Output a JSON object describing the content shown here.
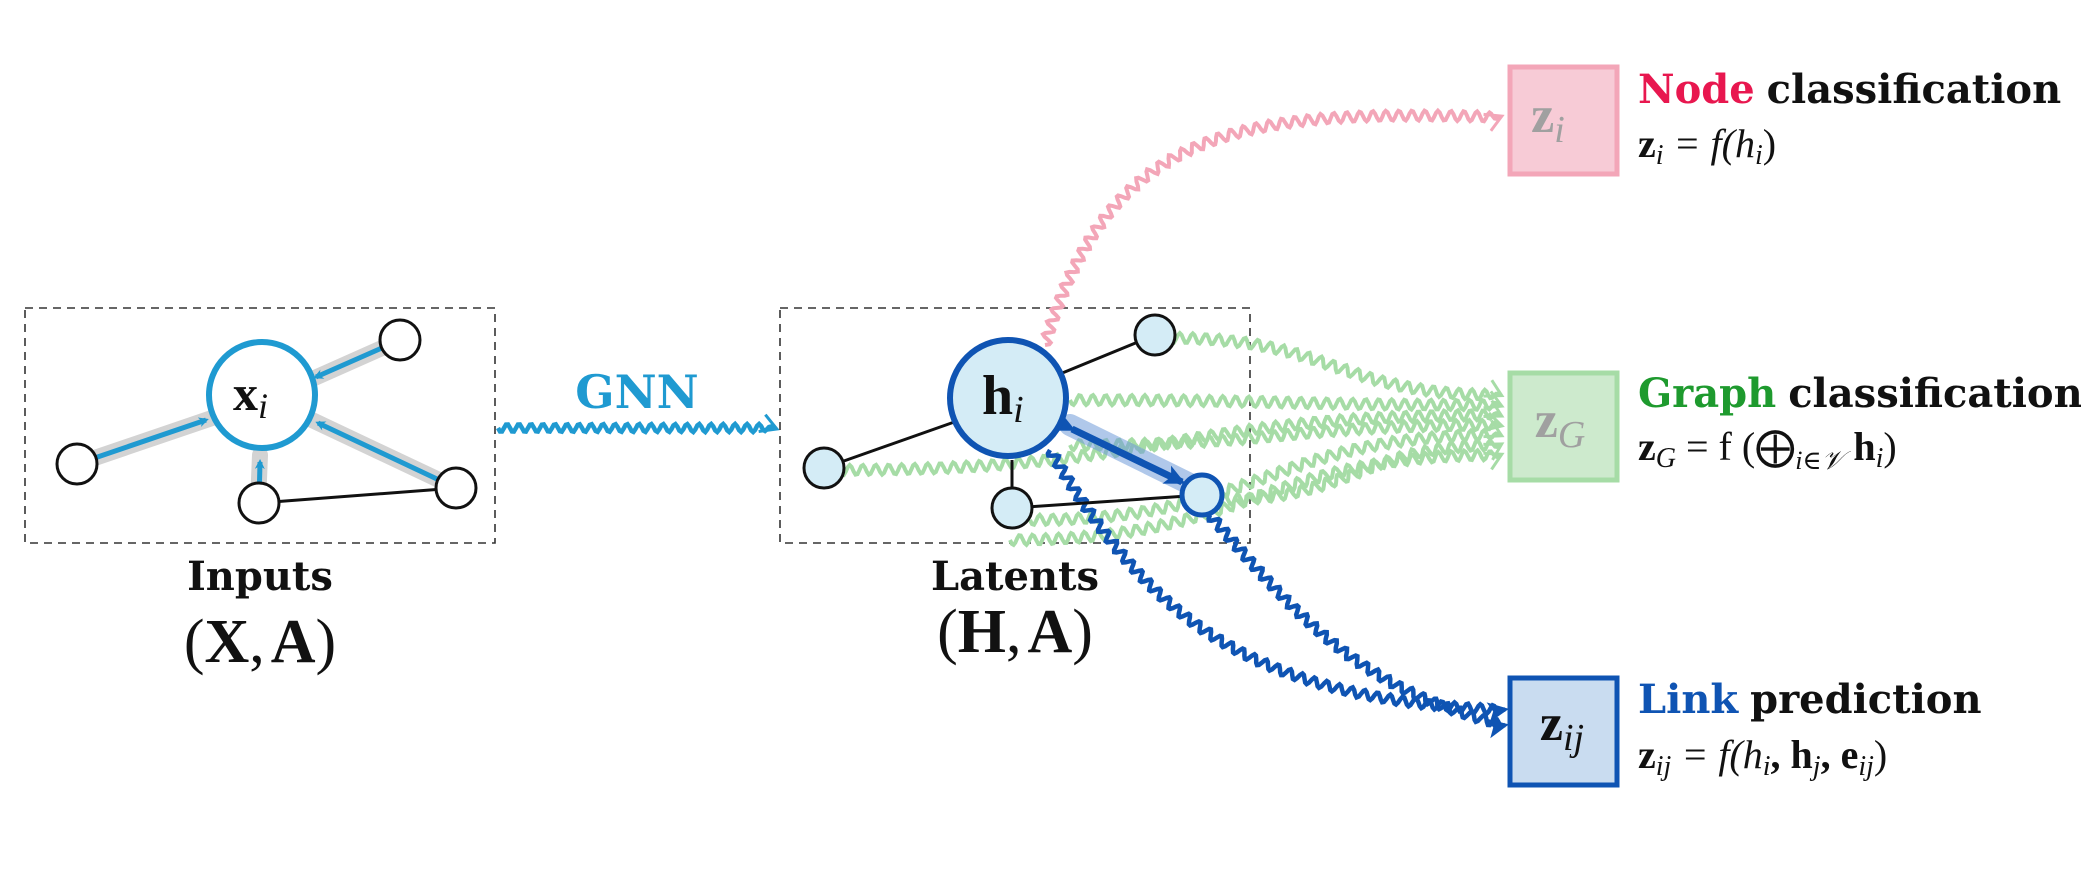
{
  "inputs": {
    "caption": "Inputs",
    "tuple_open": "(",
    "tuple_X": "X",
    "tuple_comma": ",",
    "tuple_A": "A",
    "tuple_close": ")",
    "node_main": "x",
    "node_main_sub": "i"
  },
  "gnn_label": "GNN",
  "latents": {
    "caption": "Latents",
    "tuple_open": "(",
    "tuple_H": "H",
    "tuple_comma": ",",
    "tuple_A": "A",
    "tuple_close": ")",
    "node_main": "h",
    "node_main_sub": "i"
  },
  "tasks": {
    "node": {
      "box_main": "z",
      "box_sub": "i",
      "title_accent": "Node",
      "title_rest": "classification",
      "formula": "z",
      "formula_sub": "i",
      "formula_rest": " = f(h",
      "formula_rest_sub": "i",
      "formula_end": ")"
    },
    "graph": {
      "box_main": "z",
      "box_sub": "G",
      "title_accent": "Graph",
      "title_rest": "classification",
      "formula": "z",
      "formula_sub": "G",
      "formula_mid": " = f (⨁",
      "formula_mid_sub": "i∈𝒱",
      "formula_h": " h",
      "formula_h_sub": "i",
      "formula_end": ")"
    },
    "link": {
      "box_main": "z",
      "box_sub": "ij",
      "title_accent": "Link",
      "title_rest": "prediction",
      "formula": "z",
      "formula_sub": "ij",
      "formula_rest": " = f(h",
      "formula_rest_sub": "i",
      "formula_c1": ", h",
      "formula_c1_sub": "j",
      "formula_c2": ", e",
      "formula_c2_sub": "ij",
      "formula_end": ")"
    }
  },
  "colors": {
    "input_blue": "#1f9ad1",
    "node_pink": "#e8174f",
    "pink_fill": "#f7cbd6",
    "pink_stroke": "#f3a6b8",
    "graph_green": "#1e9a2e",
    "green_fill": "#cdeacd",
    "green_stroke": "#a6dca6",
    "link_blue": "#0f54b3",
    "link_fill": "#c9dcf0",
    "latent_fill": "#d4ecf6"
  }
}
